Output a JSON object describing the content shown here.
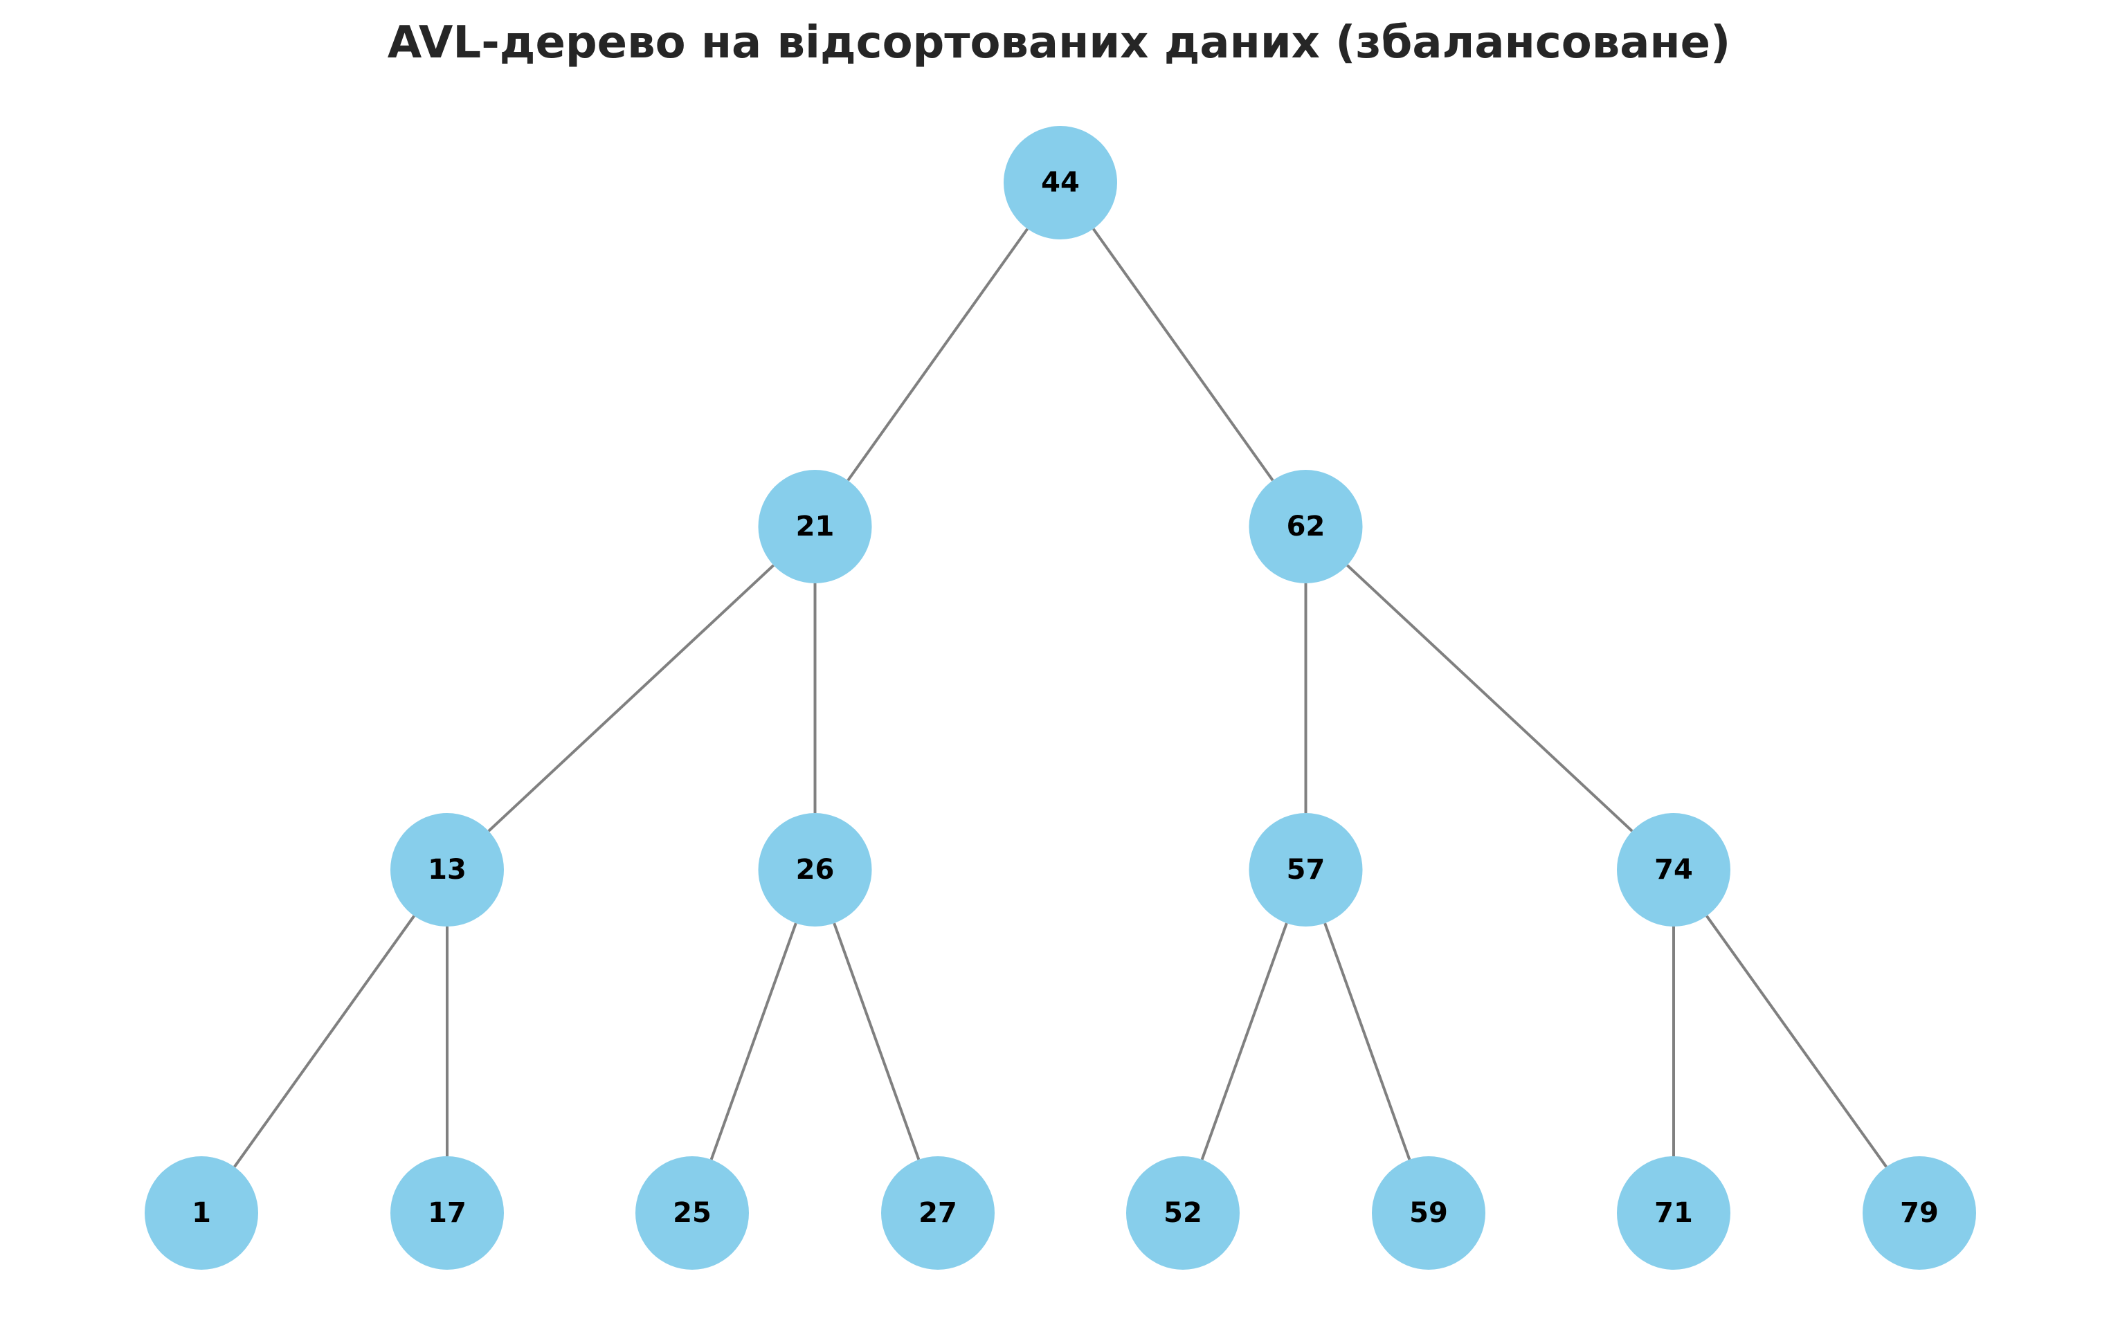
{
  "title": "AVL-дерево на відсортованих даних (збалансоване)",
  "colors": {
    "node_fill": "#87ceeb",
    "edge": "#808080",
    "label": "#000000",
    "title": "#262626",
    "background": "#ffffff"
  },
  "tree": {
    "value": "44",
    "children": [
      {
        "value": "21",
        "children": [
          {
            "value": "13",
            "children": [
              {
                "value": "1",
                "children": []
              },
              {
                "value": "17",
                "children": []
              }
            ]
          },
          {
            "value": "26",
            "children": [
              {
                "value": "25",
                "children": []
              },
              {
                "value": "27",
                "children": []
              }
            ]
          }
        ]
      },
      {
        "value": "62",
        "children": [
          {
            "value": "57",
            "children": [
              {
                "value": "52",
                "children": []
              },
              {
                "value": "59",
                "children": []
              }
            ]
          },
          {
            "value": "74",
            "children": [
              {
                "value": "71",
                "children": []
              },
              {
                "value": "79",
                "children": []
              }
            ]
          }
        ]
      }
    ]
  }
}
